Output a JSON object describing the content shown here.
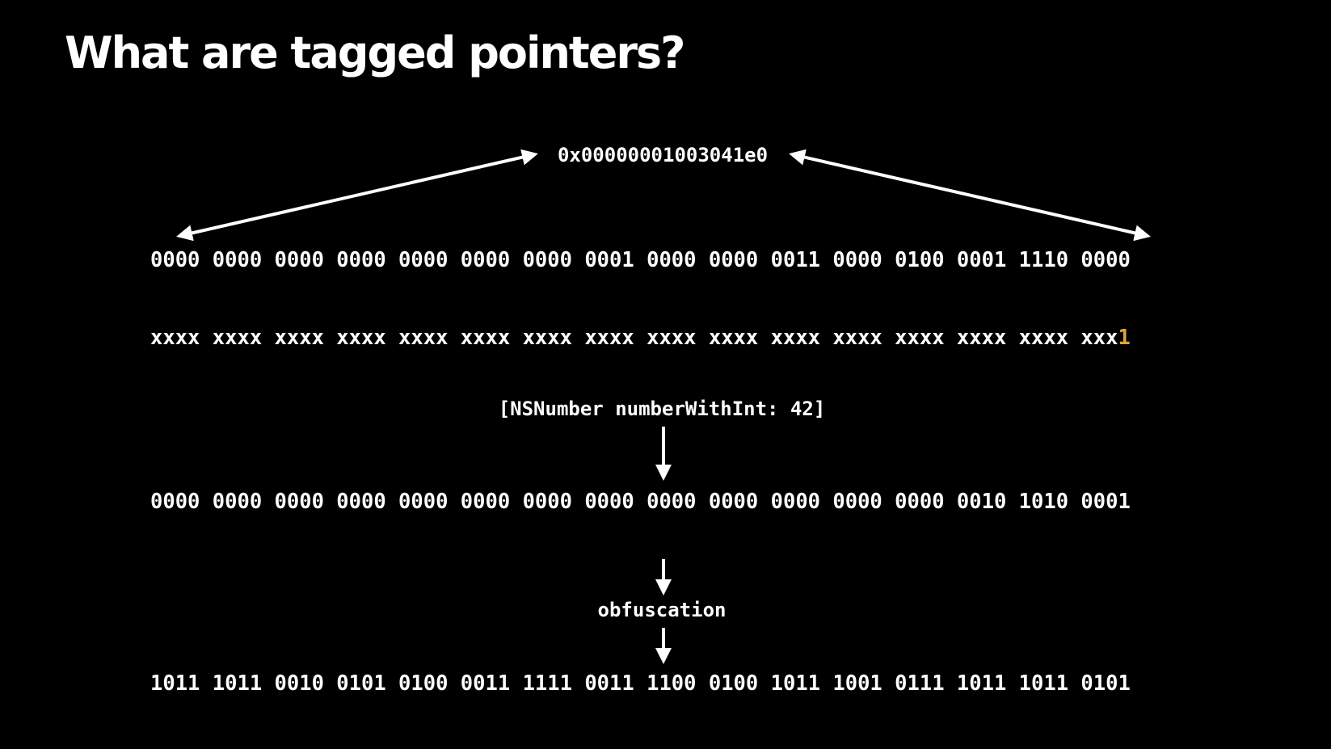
{
  "slide": {
    "title": "What are tagged pointers?",
    "pointer_hex": "0x00000001003041e0",
    "address_bits": "0000 0000 0000 0000 0000 0000 0000 0001 0000 0000 0011 0000 0100 0001 1110 0000",
    "mask_bits": "xxxx xxxx xxxx xxxx xxxx xxxx xxxx xxxx xxxx xxxx xxxx xxxx xxxx xxxx xxxx xxx",
    "tag_bit": "1",
    "code_call": "[NSNumber numberWithInt: 42]",
    "number_bits": "0000 0000 0000 0000 0000 0000 0000 0000 0000 0000 0000 0000 0000 0010 1010 0001",
    "obfuscation_label": "obfuscation",
    "obfuscated_bits": "1011 1011 0010 0101 0100 0011 1111 0011 1100 0100 1011 1001 0111 1011 1011 0101"
  },
  "colors": {
    "background": "#000000",
    "text": "#ffffff",
    "tag_bit": "#d8a838"
  }
}
